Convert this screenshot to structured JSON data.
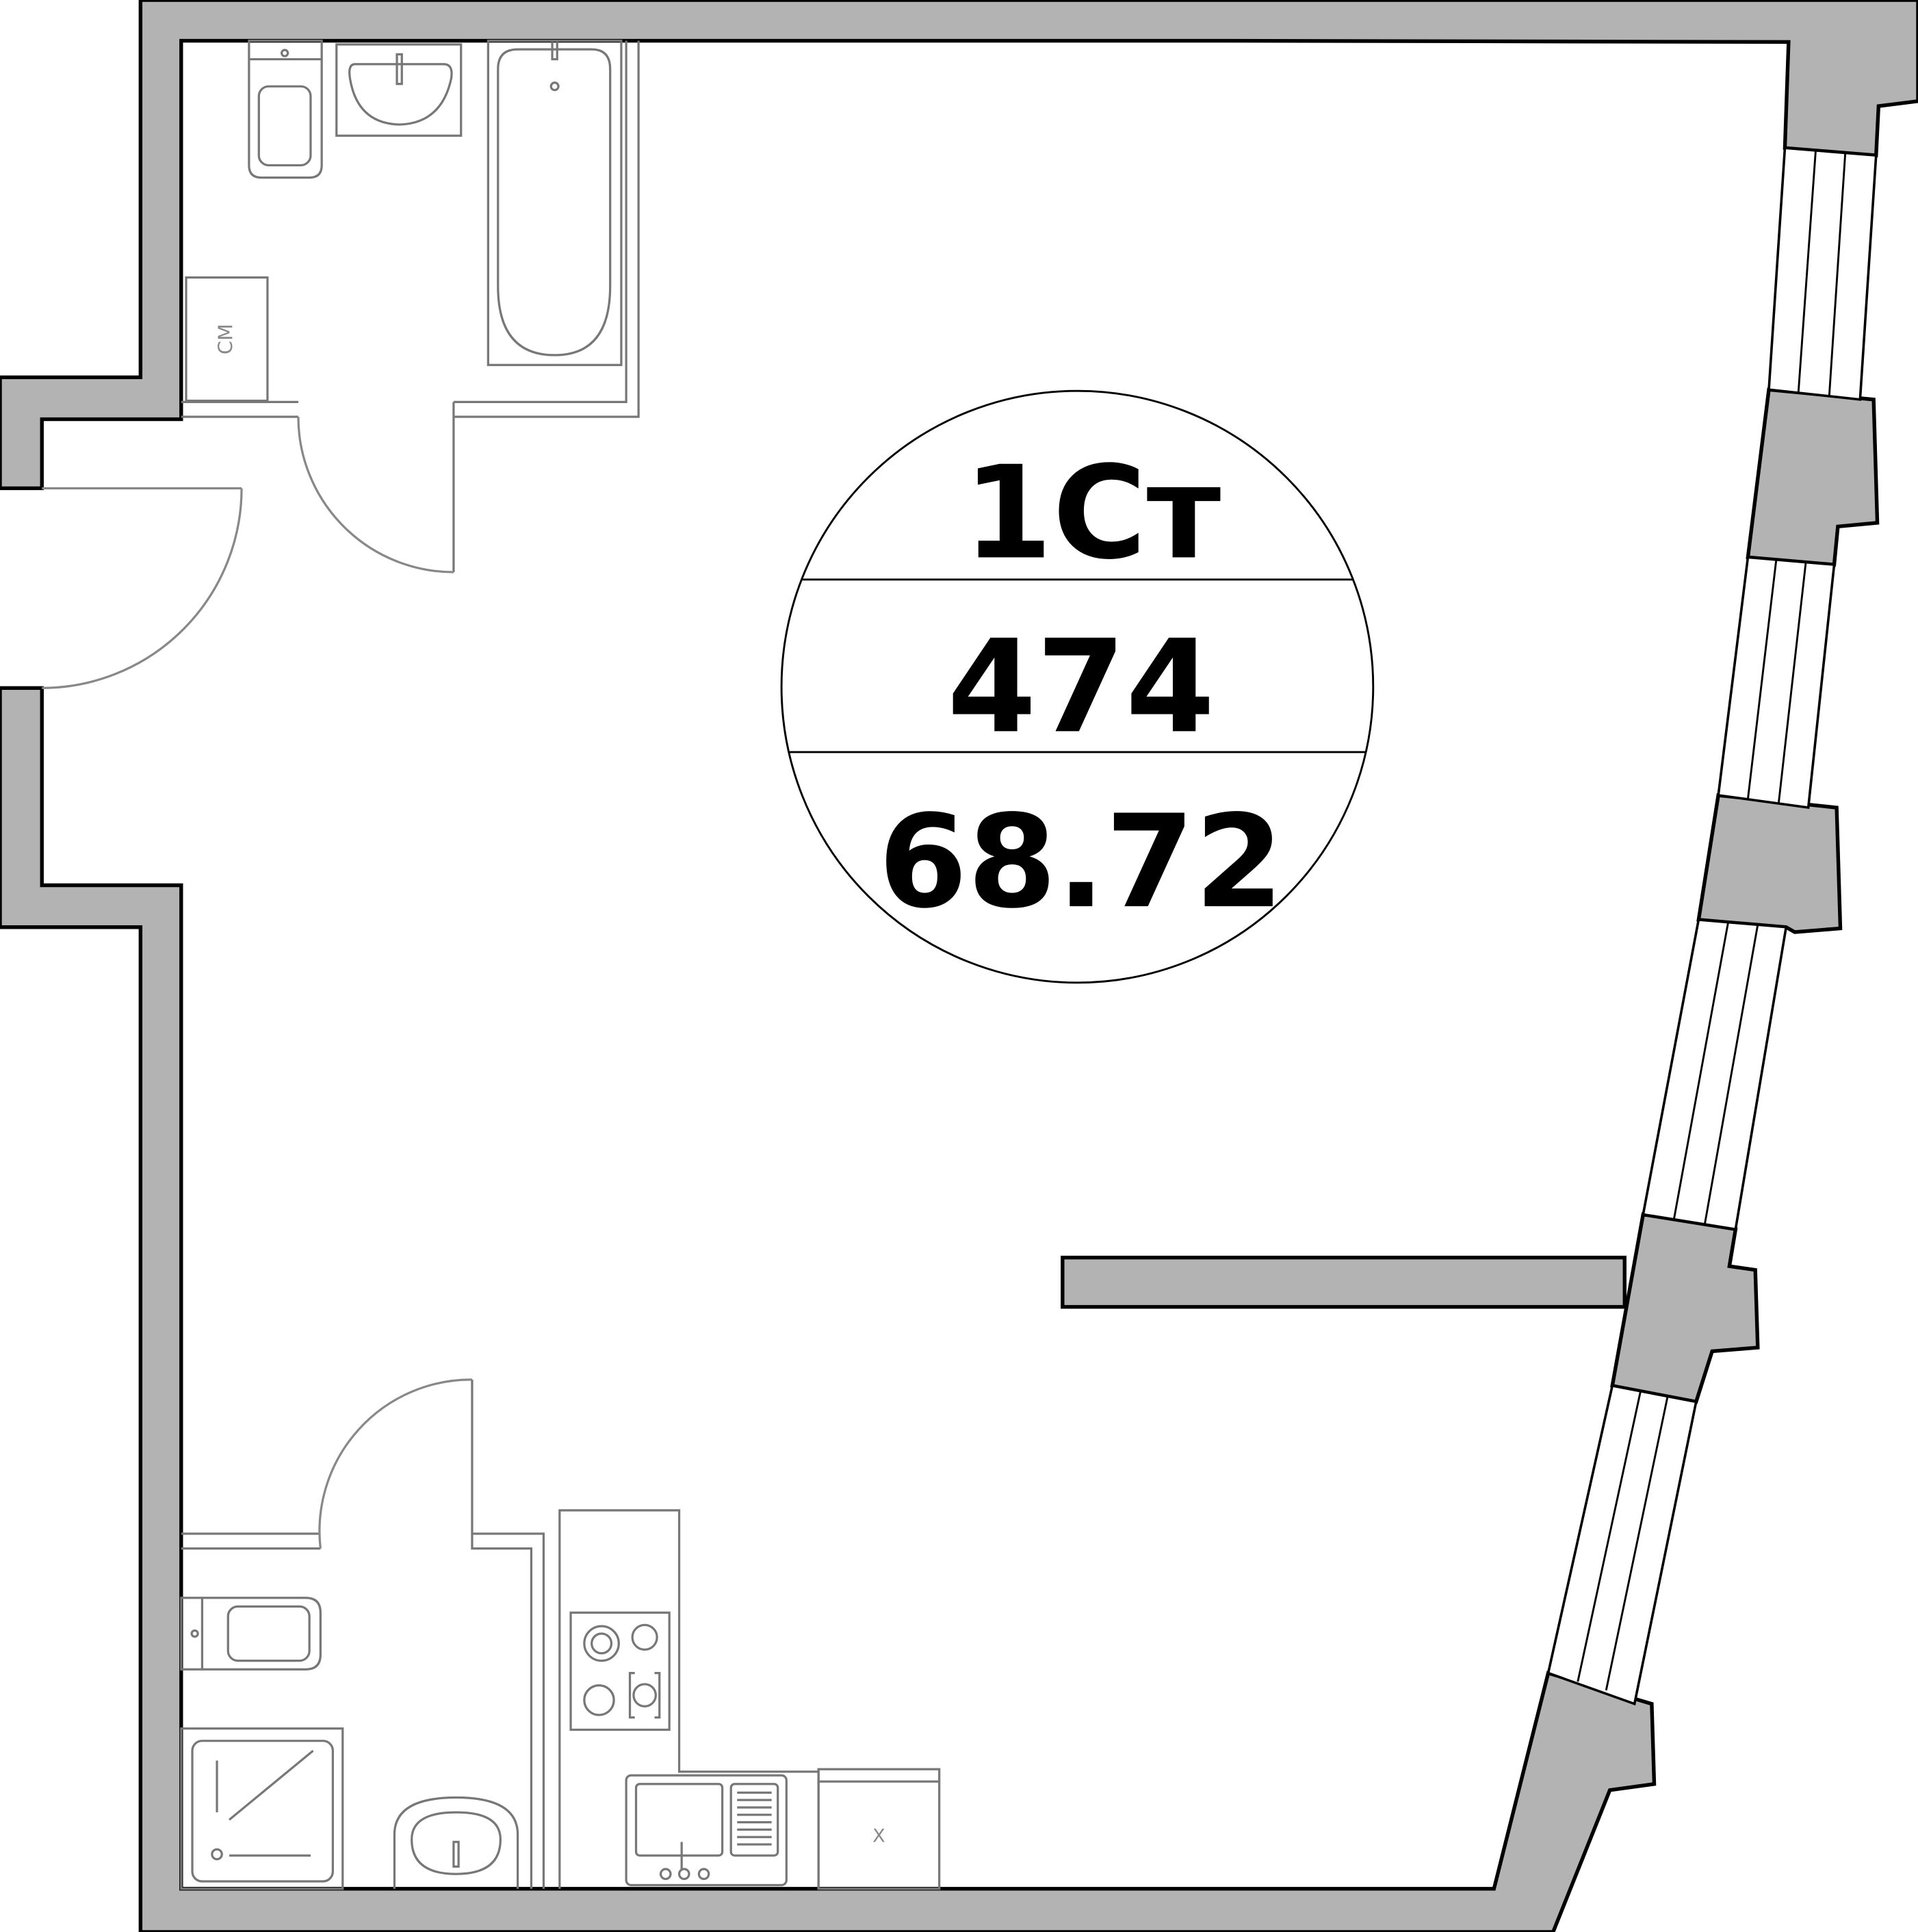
{
  "unit_badge": {
    "type_code": "1Ст",
    "number": "474",
    "area": "68.72"
  },
  "fixture_labels": {
    "washing_machine": "СМ",
    "fridge": "Х"
  },
  "colors": {
    "wall_fill": "#b3b3b3",
    "line": "#000000",
    "fixture_line": "#777777"
  }
}
